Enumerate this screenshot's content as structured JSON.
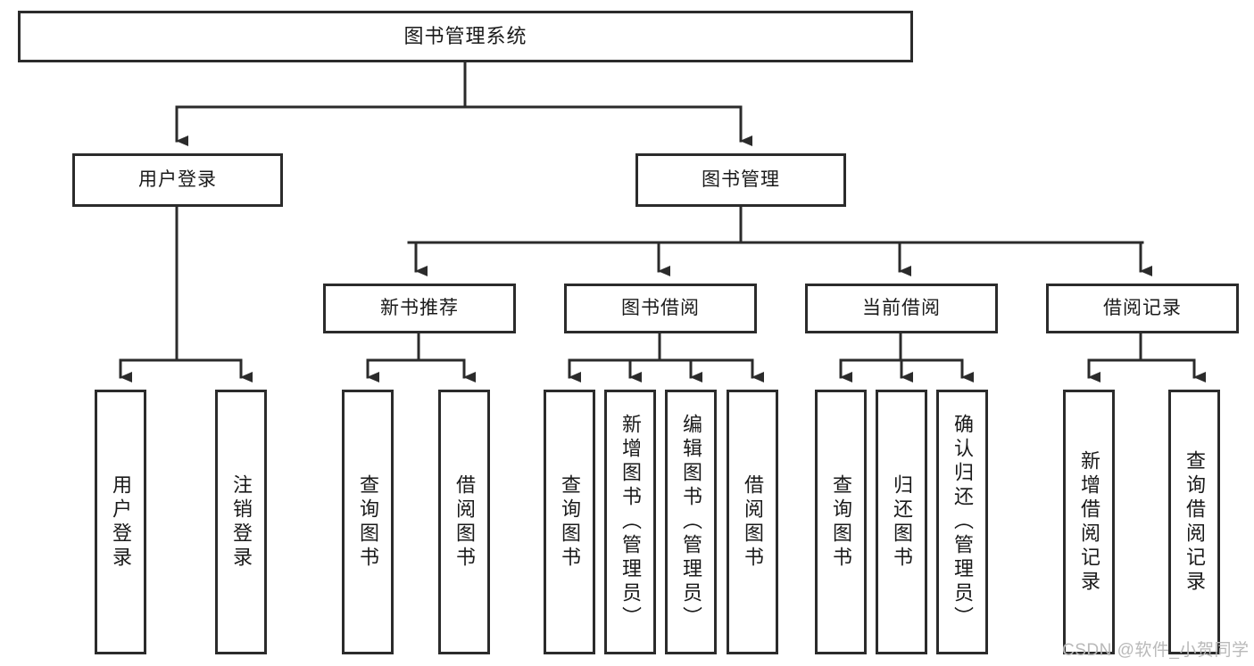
{
  "diagram": {
    "title": "图书管理系统",
    "type": "tree-hierarchy-chart",
    "background_color": "#ffffff",
    "line_color": "#2b2b2b",
    "node_fill": "#ffffff",
    "root": {
      "id": "root",
      "label": "图书管理系统"
    },
    "level2": [
      {
        "id": "user-login",
        "label": "用户登录"
      },
      {
        "id": "book-management",
        "label": "图书管理"
      }
    ],
    "level3": [
      {
        "id": "new-book-recommend",
        "label": "新书推荐",
        "parent": "book-management"
      },
      {
        "id": "book-borrow",
        "label": "图书借阅",
        "parent": "book-management"
      },
      {
        "id": "current-borrow",
        "label": "当前借阅",
        "parent": "book-management"
      },
      {
        "id": "borrow-record",
        "label": "借阅记录",
        "parent": "book-management"
      }
    ],
    "leaves": {
      "user-login": [
        {
          "id": "leaf-user-login",
          "label": "用户登录"
        },
        {
          "id": "leaf-logout",
          "label": "注销登录"
        }
      ],
      "new-book-recommend": [
        {
          "id": "leaf-query-book-1",
          "label": "查询图书"
        },
        {
          "id": "leaf-borrow-book-1",
          "label": "借阅图书"
        }
      ],
      "book-borrow": [
        {
          "id": "leaf-query-book-2",
          "label": "查询图书"
        },
        {
          "id": "leaf-add-book",
          "label": "新增图书（管理员）"
        },
        {
          "id": "leaf-edit-book",
          "label": "编辑图书（管理员）"
        },
        {
          "id": "leaf-borrow-book-2",
          "label": "借阅图书"
        }
      ],
      "current-borrow": [
        {
          "id": "leaf-query-book-3",
          "label": "查询图书"
        },
        {
          "id": "leaf-return-book",
          "label": "归还图书"
        },
        {
          "id": "leaf-confirm-return",
          "label": "确认归还（管理员）"
        }
      ],
      "borrow-record": [
        {
          "id": "leaf-add-record",
          "label": "新增借阅记录"
        },
        {
          "id": "leaf-query-record",
          "label": "查询借阅记录"
        }
      ]
    }
  },
  "watermark": {
    "text": "CSDN @软件_小贺同学",
    "color": "#b9b9b9"
  }
}
